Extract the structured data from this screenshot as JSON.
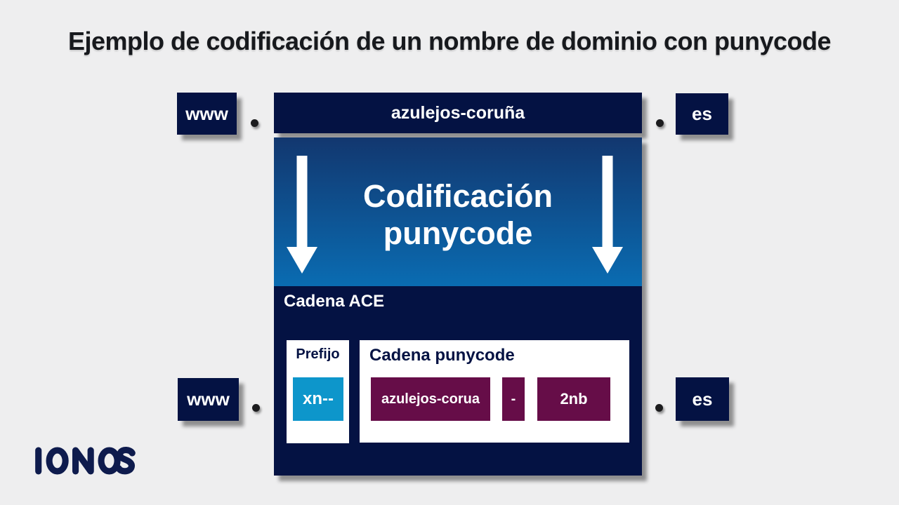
{
  "colors": {
    "bg": "#eeeeef",
    "navy": "#041243",
    "cyan": "#0d96cb",
    "magenta": "#660d48",
    "gradient-top": "#12376f",
    "gradient-bottom": "#0a6cb2",
    "title": "#17191d",
    "dot": "#1c1c1e",
    "logo": "#0e1b4d"
  },
  "title": "Ejemplo de codificación de un nombre de dominio con punycode",
  "top_row": {
    "subdomain": "www",
    "separator": ".",
    "domain": "azulejos-coruña",
    "tld": "es"
  },
  "process": {
    "line1": "Codificación",
    "line2": "punycode"
  },
  "ace": {
    "title": "Cadena ACE",
    "prefix": {
      "label": "Prefijo",
      "value": "xn--"
    },
    "punycode": {
      "label": "Cadena punycode",
      "segments": [
        "azulejos-corua",
        "-",
        "2nb"
      ]
    }
  },
  "bottom_row": {
    "subdomain": "www",
    "separator": ".",
    "tld": "es"
  },
  "logo": {
    "brand": "IONOS"
  }
}
